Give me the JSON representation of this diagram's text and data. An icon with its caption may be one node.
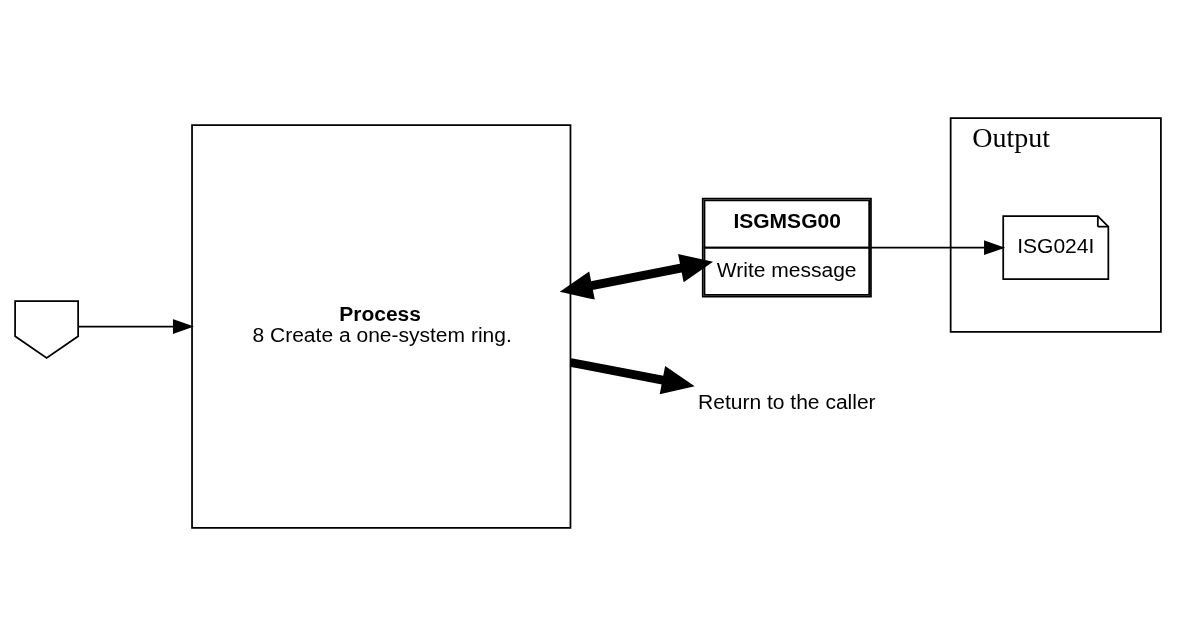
{
  "diagram": {
    "nodes": [
      {
        "text": [
          "Process",
          "8 Create a one-system ring."
        ]
      },
      {
        "text": [],
        "shape": "pentagon"
      },
      {
        "text": [
          "ISGMSG00",
          "Write message"
        ]
      },
      {
        "text": [
          "Output"
        ]
      },
      {
        "text": [
          "ISG024I"
        ],
        "in": 3
      },
      {
        "text": [
          "Return to the caller"
        ]
      }
    ],
    "edges": [
      {
        "from": 1,
        "to": 0,
        "arrow": "to"
      },
      {
        "from": 0,
        "to": 2,
        "arrow": "both",
        "style": "thick"
      },
      {
        "from": 2,
        "to": 4,
        "arrow": "to"
      },
      {
        "from": 0,
        "to": 5,
        "arrow": "to",
        "style": "thick"
      }
    ]
  }
}
